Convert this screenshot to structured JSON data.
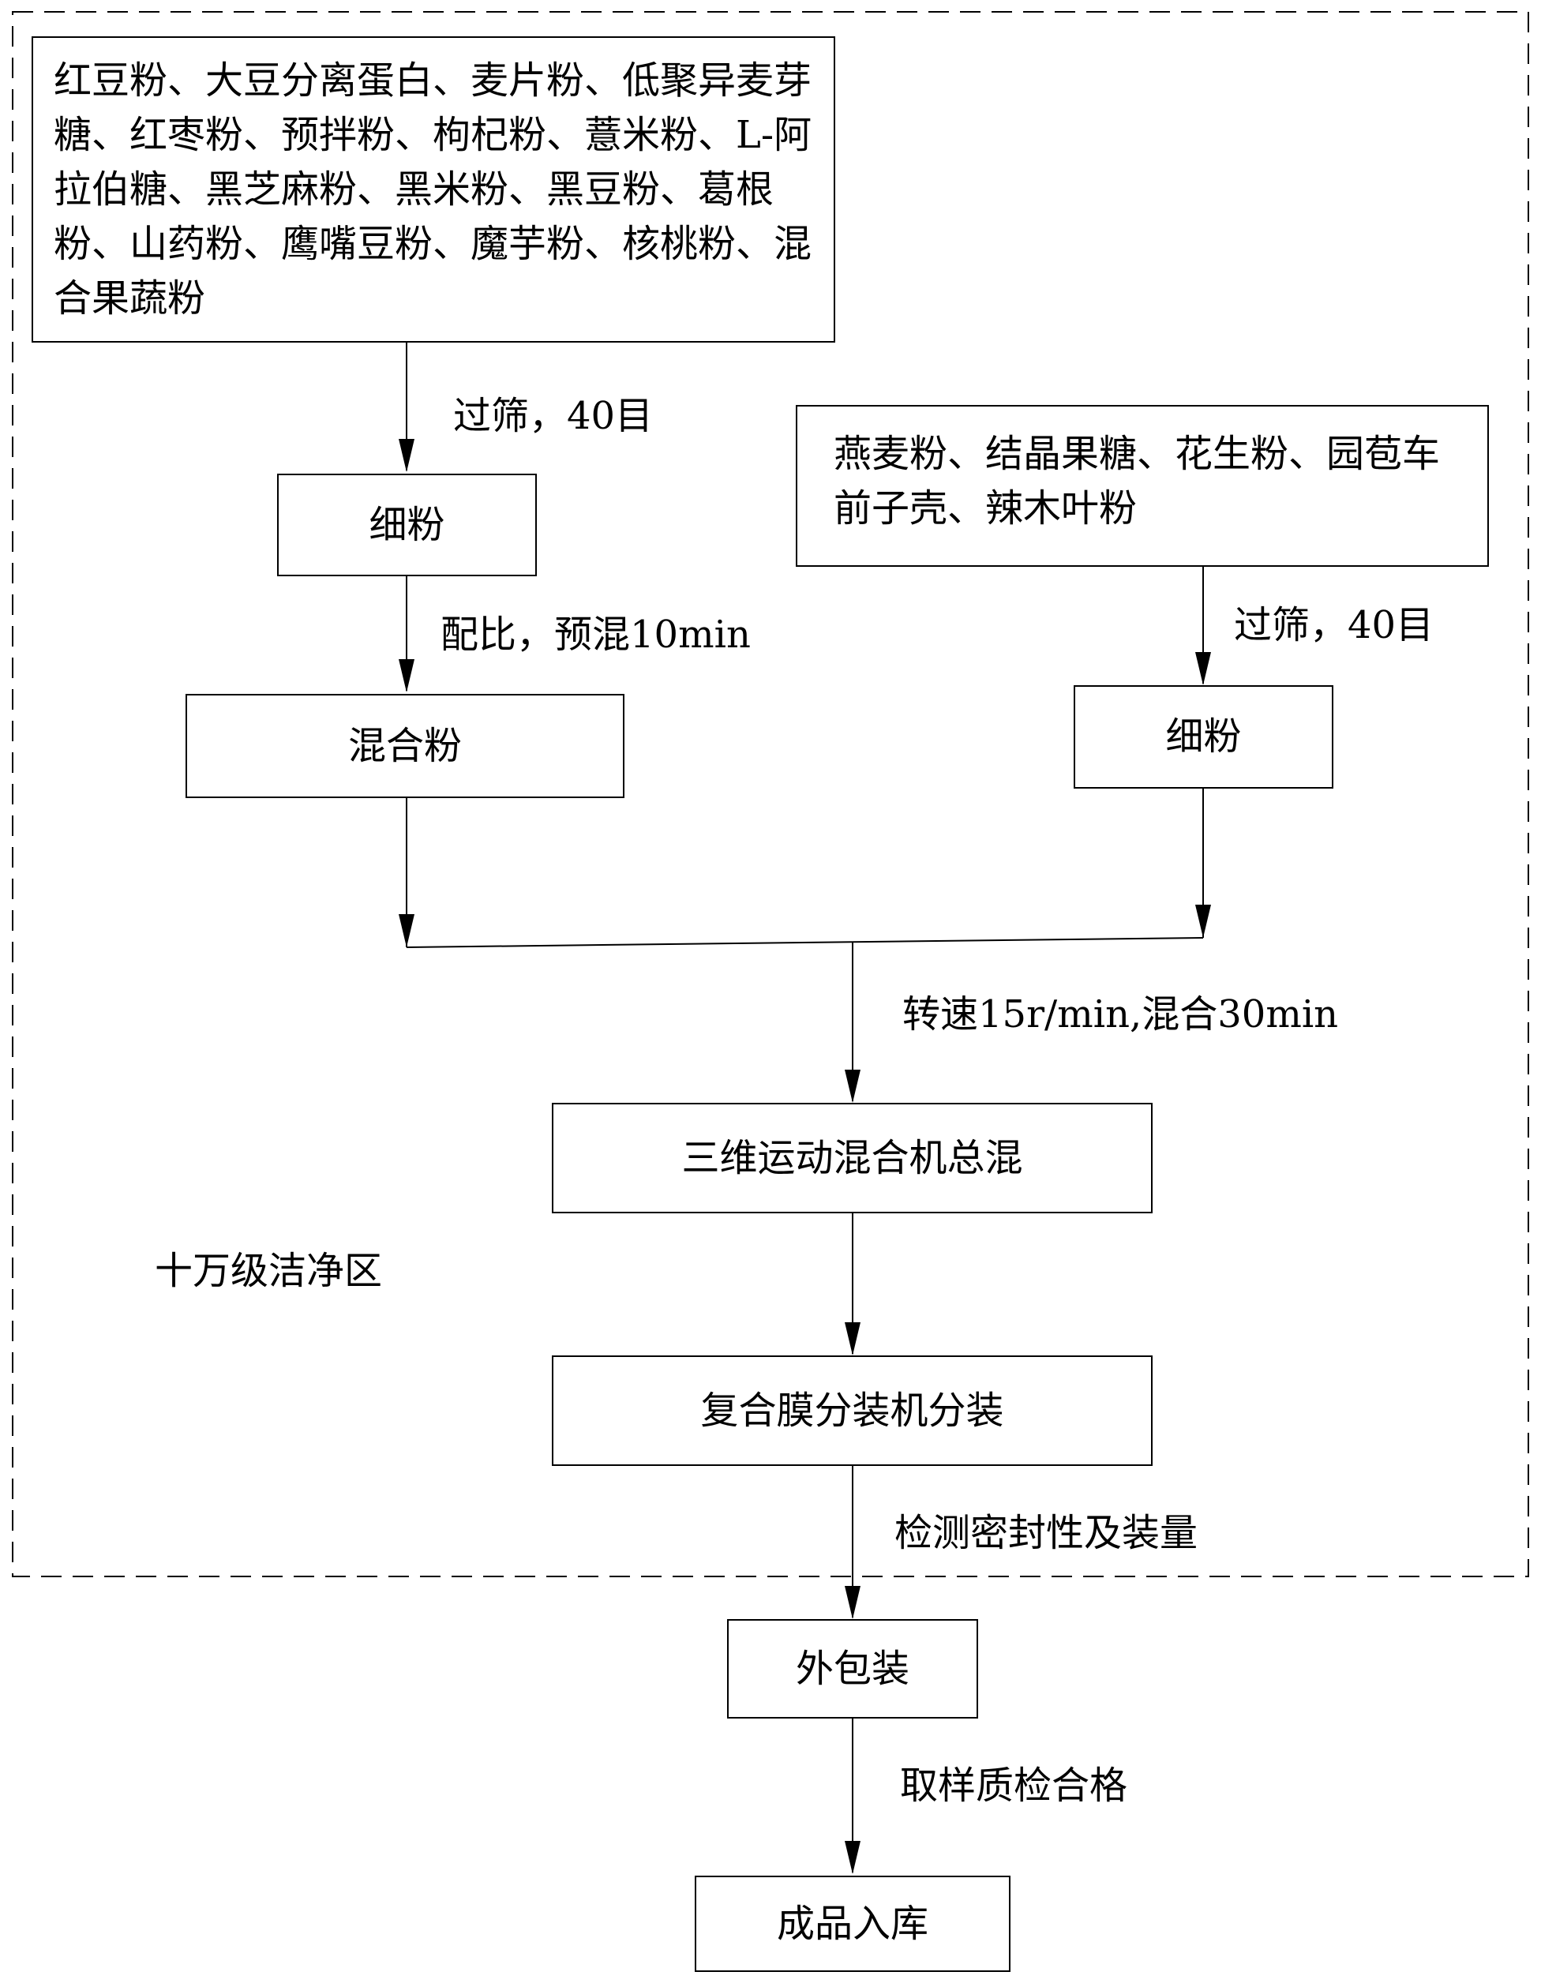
{
  "clean_zone": {
    "label": "十万级洁净区"
  },
  "left_branch": {
    "ingredients": "红豆粉、大豆分离蛋白、麦片粉、低聚异麦芽糖、红枣粉、预拌粉、枸杞粉、薏米粉、L-阿拉伯糖、黑芝麻粉、黑米粉、黑豆粉、葛根粉、山药粉、鹰嘴豆粉、魔芋粉、核桃粉、混合果蔬粉",
    "sieve_step": "过筛，40目",
    "fine_powder": "细粉",
    "premix_step": "配比，预混10min",
    "mixed_powder": "混合粉"
  },
  "right_branch": {
    "ingredients": "燕麦粉、结晶果糖、花生粉、园苞车前子壳、辣木叶粉",
    "sieve_step": "过筛，40目",
    "fine_powder": "细粉"
  },
  "main_flow": {
    "mix_condition": "转速15r/min,混合30min",
    "total_mix": "三维运动混合机总混",
    "packing": "复合膜分装机分装",
    "seal_check": "检测密封性及装量",
    "outer_packing": "外包装",
    "quality_check": "取样质检合格",
    "warehouse": "成品入库"
  }
}
